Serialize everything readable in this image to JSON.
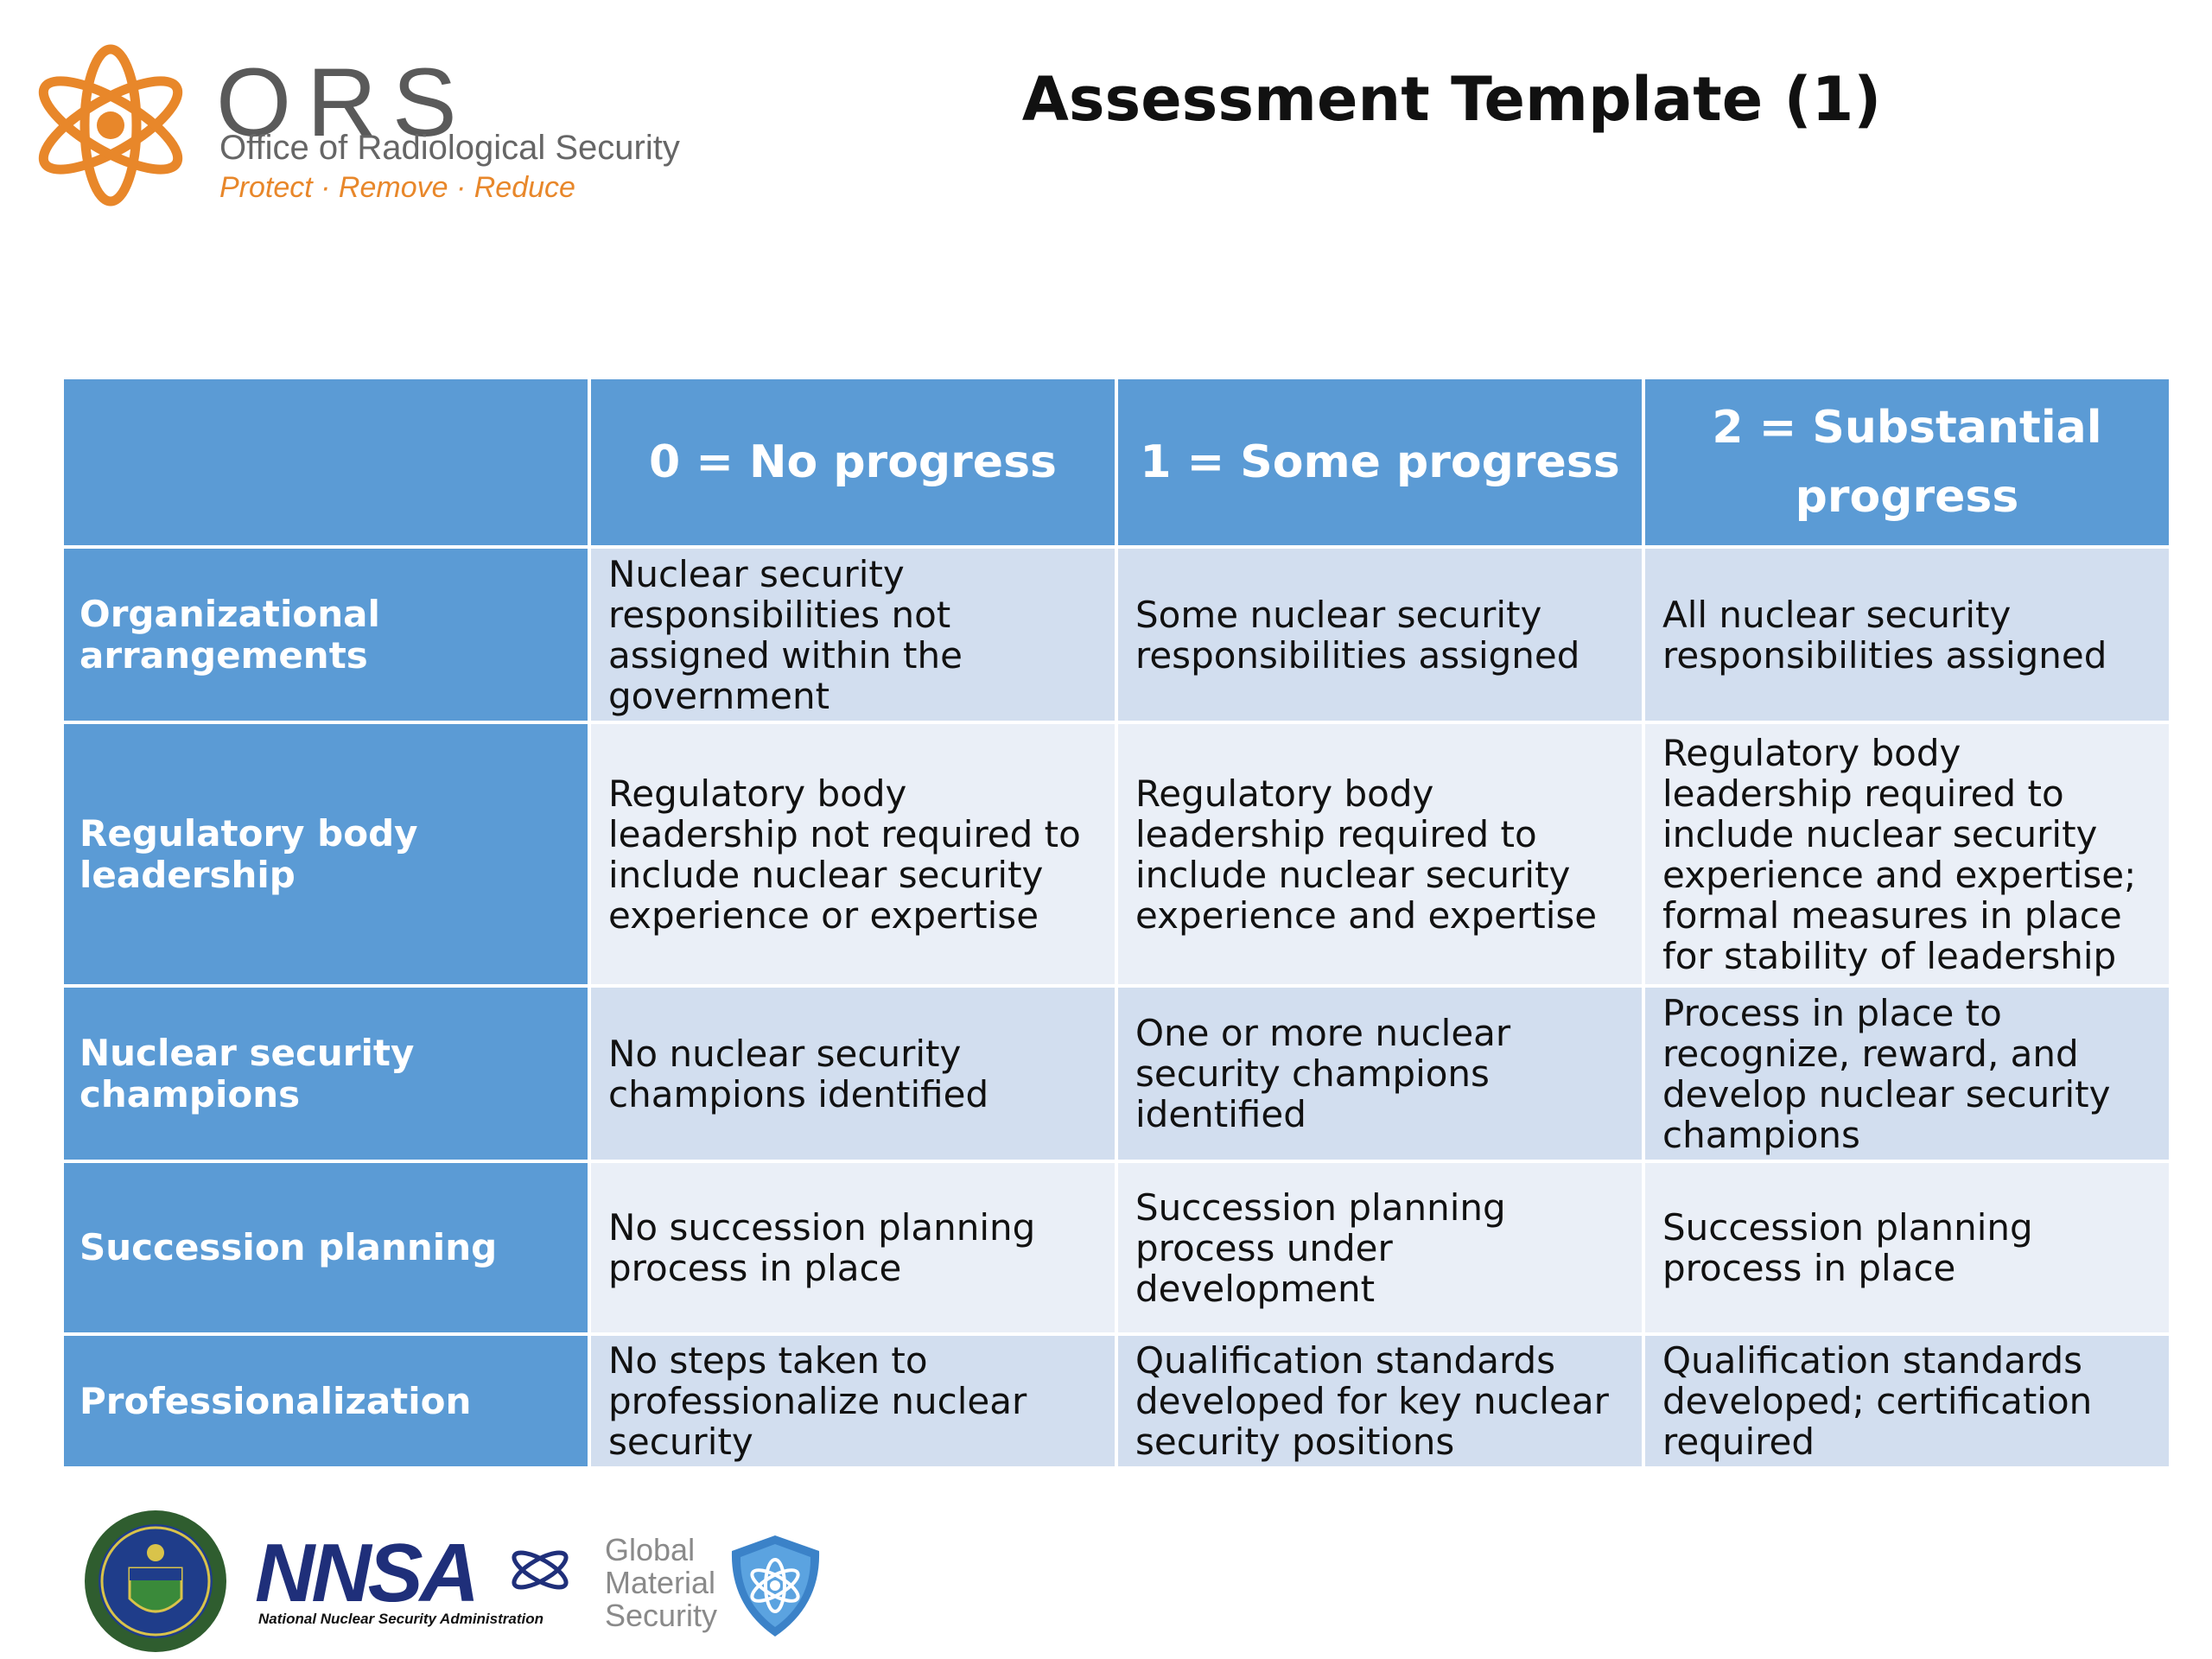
{
  "header": {
    "logo_abbr": "ORS",
    "logo_name": "Office of Radiological Security",
    "logo_tagline": "Protect · Remove · Reduce",
    "title": "Assessment Template (1)"
  },
  "table": {
    "columns": [
      "",
      "0 = No progress",
      "1 = Some progress",
      "2 = Substantial progress"
    ],
    "rows": [
      {
        "label": "Organizational arrangements",
        "cells": [
          "Nuclear security responsibilities not assigned within the government",
          "Some nuclear security responsibilities assigned",
          "All nuclear security responsibilities assigned"
        ]
      },
      {
        "label": "Regulatory body leadership",
        "cells": [
          "Regulatory body leadership not required to include nuclear security experience or expertise",
          "Regulatory body leadership required to include nuclear security experience and expertise",
          "Regulatory body leadership required to include nuclear security experience and expertise; formal measures in place for stability of leadership"
        ]
      },
      {
        "label": "Nuclear security champions",
        "cells": [
          "No nuclear security champions identified",
          "One or more nuclear security champions identified",
          "Process in place to recognize, reward, and develop nuclear security champions"
        ]
      },
      {
        "label": "Succession planning",
        "cells": [
          "No succession planning process in place",
          "Succession planning process under development",
          "Succession planning process in place"
        ]
      },
      {
        "label": "Professionalization",
        "cells": [
          "No steps taken to professionalize nuclear security",
          "Qualification standards developed for key nuclear security positions",
          "Qualification standards developed; certification required"
        ]
      }
    ]
  },
  "footer": {
    "nnsa_abbr": "NNSA",
    "nnsa_name": "National Nuclear Security Administration",
    "gms_line1": "Global",
    "gms_line2": "Material",
    "gms_line3": "Security"
  },
  "colors": {
    "header_blue": "#5b9bd5",
    "row_odd": "#d2deef",
    "row_even": "#eaeff7",
    "ors_orange": "#e8872a",
    "nnsa_navy": "#1f2f7a"
  }
}
